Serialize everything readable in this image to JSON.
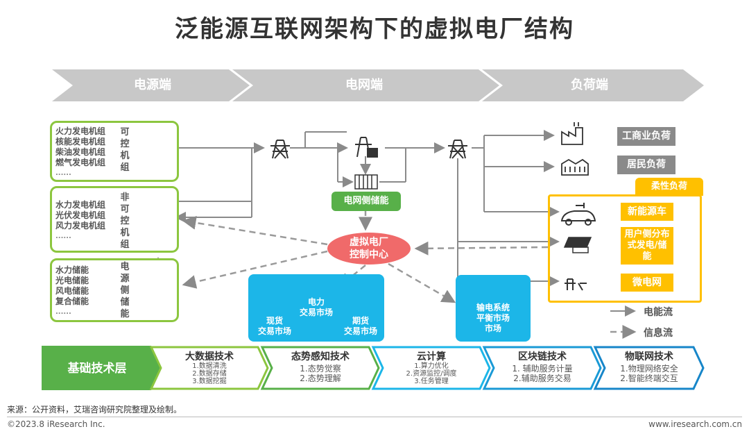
{
  "title": "泛能源互联网架构下的虚拟电厂结构",
  "headers": [
    "电源端",
    "电网端",
    "负荷端"
  ],
  "source_groups": [
    {
      "items": [
        "火力发电机组",
        "核能发电机组",
        "柴油发电机组",
        "燃气发电机组",
        "......"
      ],
      "label": "可控机组"
    },
    {
      "items": [
        "水力发电机组",
        "光伏发电机组",
        "风力发电机组",
        "......"
      ],
      "label": "非可控机组"
    },
    {
      "items": [
        "水力储能",
        "光电储能",
        "风电储能",
        "复合储能",
        "......"
      ],
      "label": "电源侧储能"
    }
  ],
  "grid_storage": "电网侧储能",
  "vpp": {
    "line1": "虚拟电厂",
    "line2": "控制中心"
  },
  "markets": {
    "power_market": {
      "line1": "电力",
      "line2": "交易市场"
    },
    "spot": {
      "line1": "现货",
      "line2": "交易市场"
    },
    "futures": {
      "line1": "期货",
      "line2": "交易市场"
    },
    "balance": {
      "line1": "输电系统",
      "line2": "平衡市场",
      "line3": "市场"
    }
  },
  "loads": {
    "industrial": "工商业负荷",
    "residential": "居民负荷",
    "flexible_title": "柔性负荷",
    "ev": "新能源车",
    "distributed": {
      "line1": "用户侧分布",
      "line2": "式发电/储",
      "line3": "能"
    },
    "microgrid": "微电网"
  },
  "legend": {
    "energy": "电能流",
    "info": "信息流"
  },
  "base_layer": "基础技术层",
  "tech": [
    {
      "title": "大数据技术",
      "items": [
        "1.数据清洗",
        "2.数据存储",
        "3.数据挖掘"
      ]
    },
    {
      "title": "态势感知技术",
      "items": [
        "1.态势觉察",
        "2.态势理解"
      ]
    },
    {
      "title": "云计算",
      "items": [
        "1.算力优化",
        "2.资源监控/调度",
        "3.任务管理"
      ]
    },
    {
      "title": "区块链技术",
      "items": [
        "1. 辅助服务计量",
        "2.辅助服务交易"
      ]
    },
    {
      "title": "物联网技术",
      "items": [
        "1.物理网络安全",
        "2.智能终端交互"
      ]
    }
  ],
  "source": "来源：公开资料，艾瑞咨询研究院整理及绘制。",
  "copyright": "©2023.8 iResearch Inc.",
  "website": "www.iresearch.com.cn",
  "colors": {
    "green": "#8cc63f",
    "darkgreen": "#58b049",
    "vpp": "#f06a6a",
    "market": "#1cb6e8",
    "load_gray": "#8a8a8a",
    "flex": "#ffc000",
    "header_gray": "#c8c8c8"
  }
}
